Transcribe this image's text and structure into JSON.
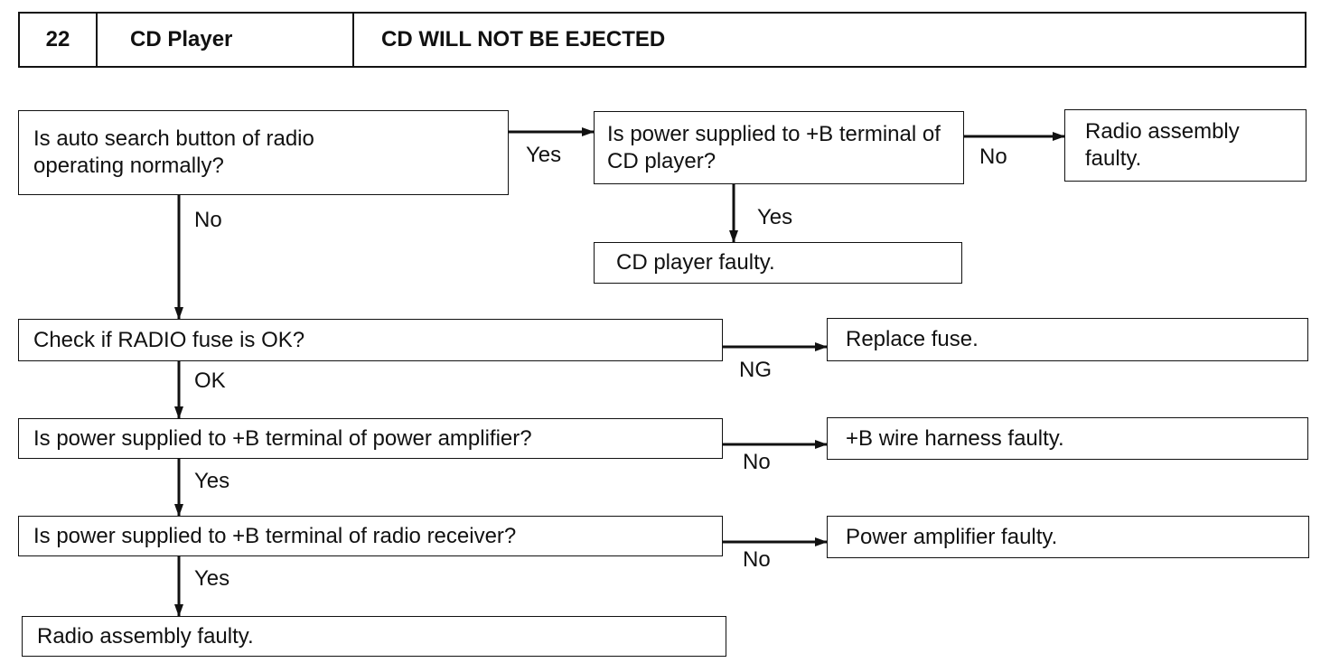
{
  "header": {
    "number": "22",
    "system": "CD Player",
    "title": "CD WILL NOT BE EJECTED"
  },
  "steps": {
    "q_auto_search": "Is auto search button of radio operating normally?",
    "q_power_cd": "Is power supplied to +B terminal of CD player?",
    "r_radio_faulty_1": "Radio assembly faulty.",
    "r_cd_faulty": "CD player faulty.",
    "q_fuse": "Check if RADIO fuse is OK?",
    "r_replace_fuse": "Replace fuse.",
    "q_power_amp": "Is power supplied to +B terminal of power amplifier?",
    "r_wire_harness": "+B wire harness faulty.",
    "q_power_receiver": "Is power supplied to +B terminal of radio receiver?",
    "r_amp_faulty": "Power amplifier faulty.",
    "r_radio_faulty_2": "Radio assembly faulty."
  },
  "labels": {
    "yes_1": "Yes",
    "no_1": "No",
    "yes_2": "Yes",
    "no_2": "No",
    "ng": "NG",
    "ok": "OK",
    "no_3": "No",
    "yes_3": "Yes",
    "no_4": "No",
    "yes_4": "Yes"
  },
  "colors": {
    "line": "#111111",
    "background": "#ffffff"
  }
}
